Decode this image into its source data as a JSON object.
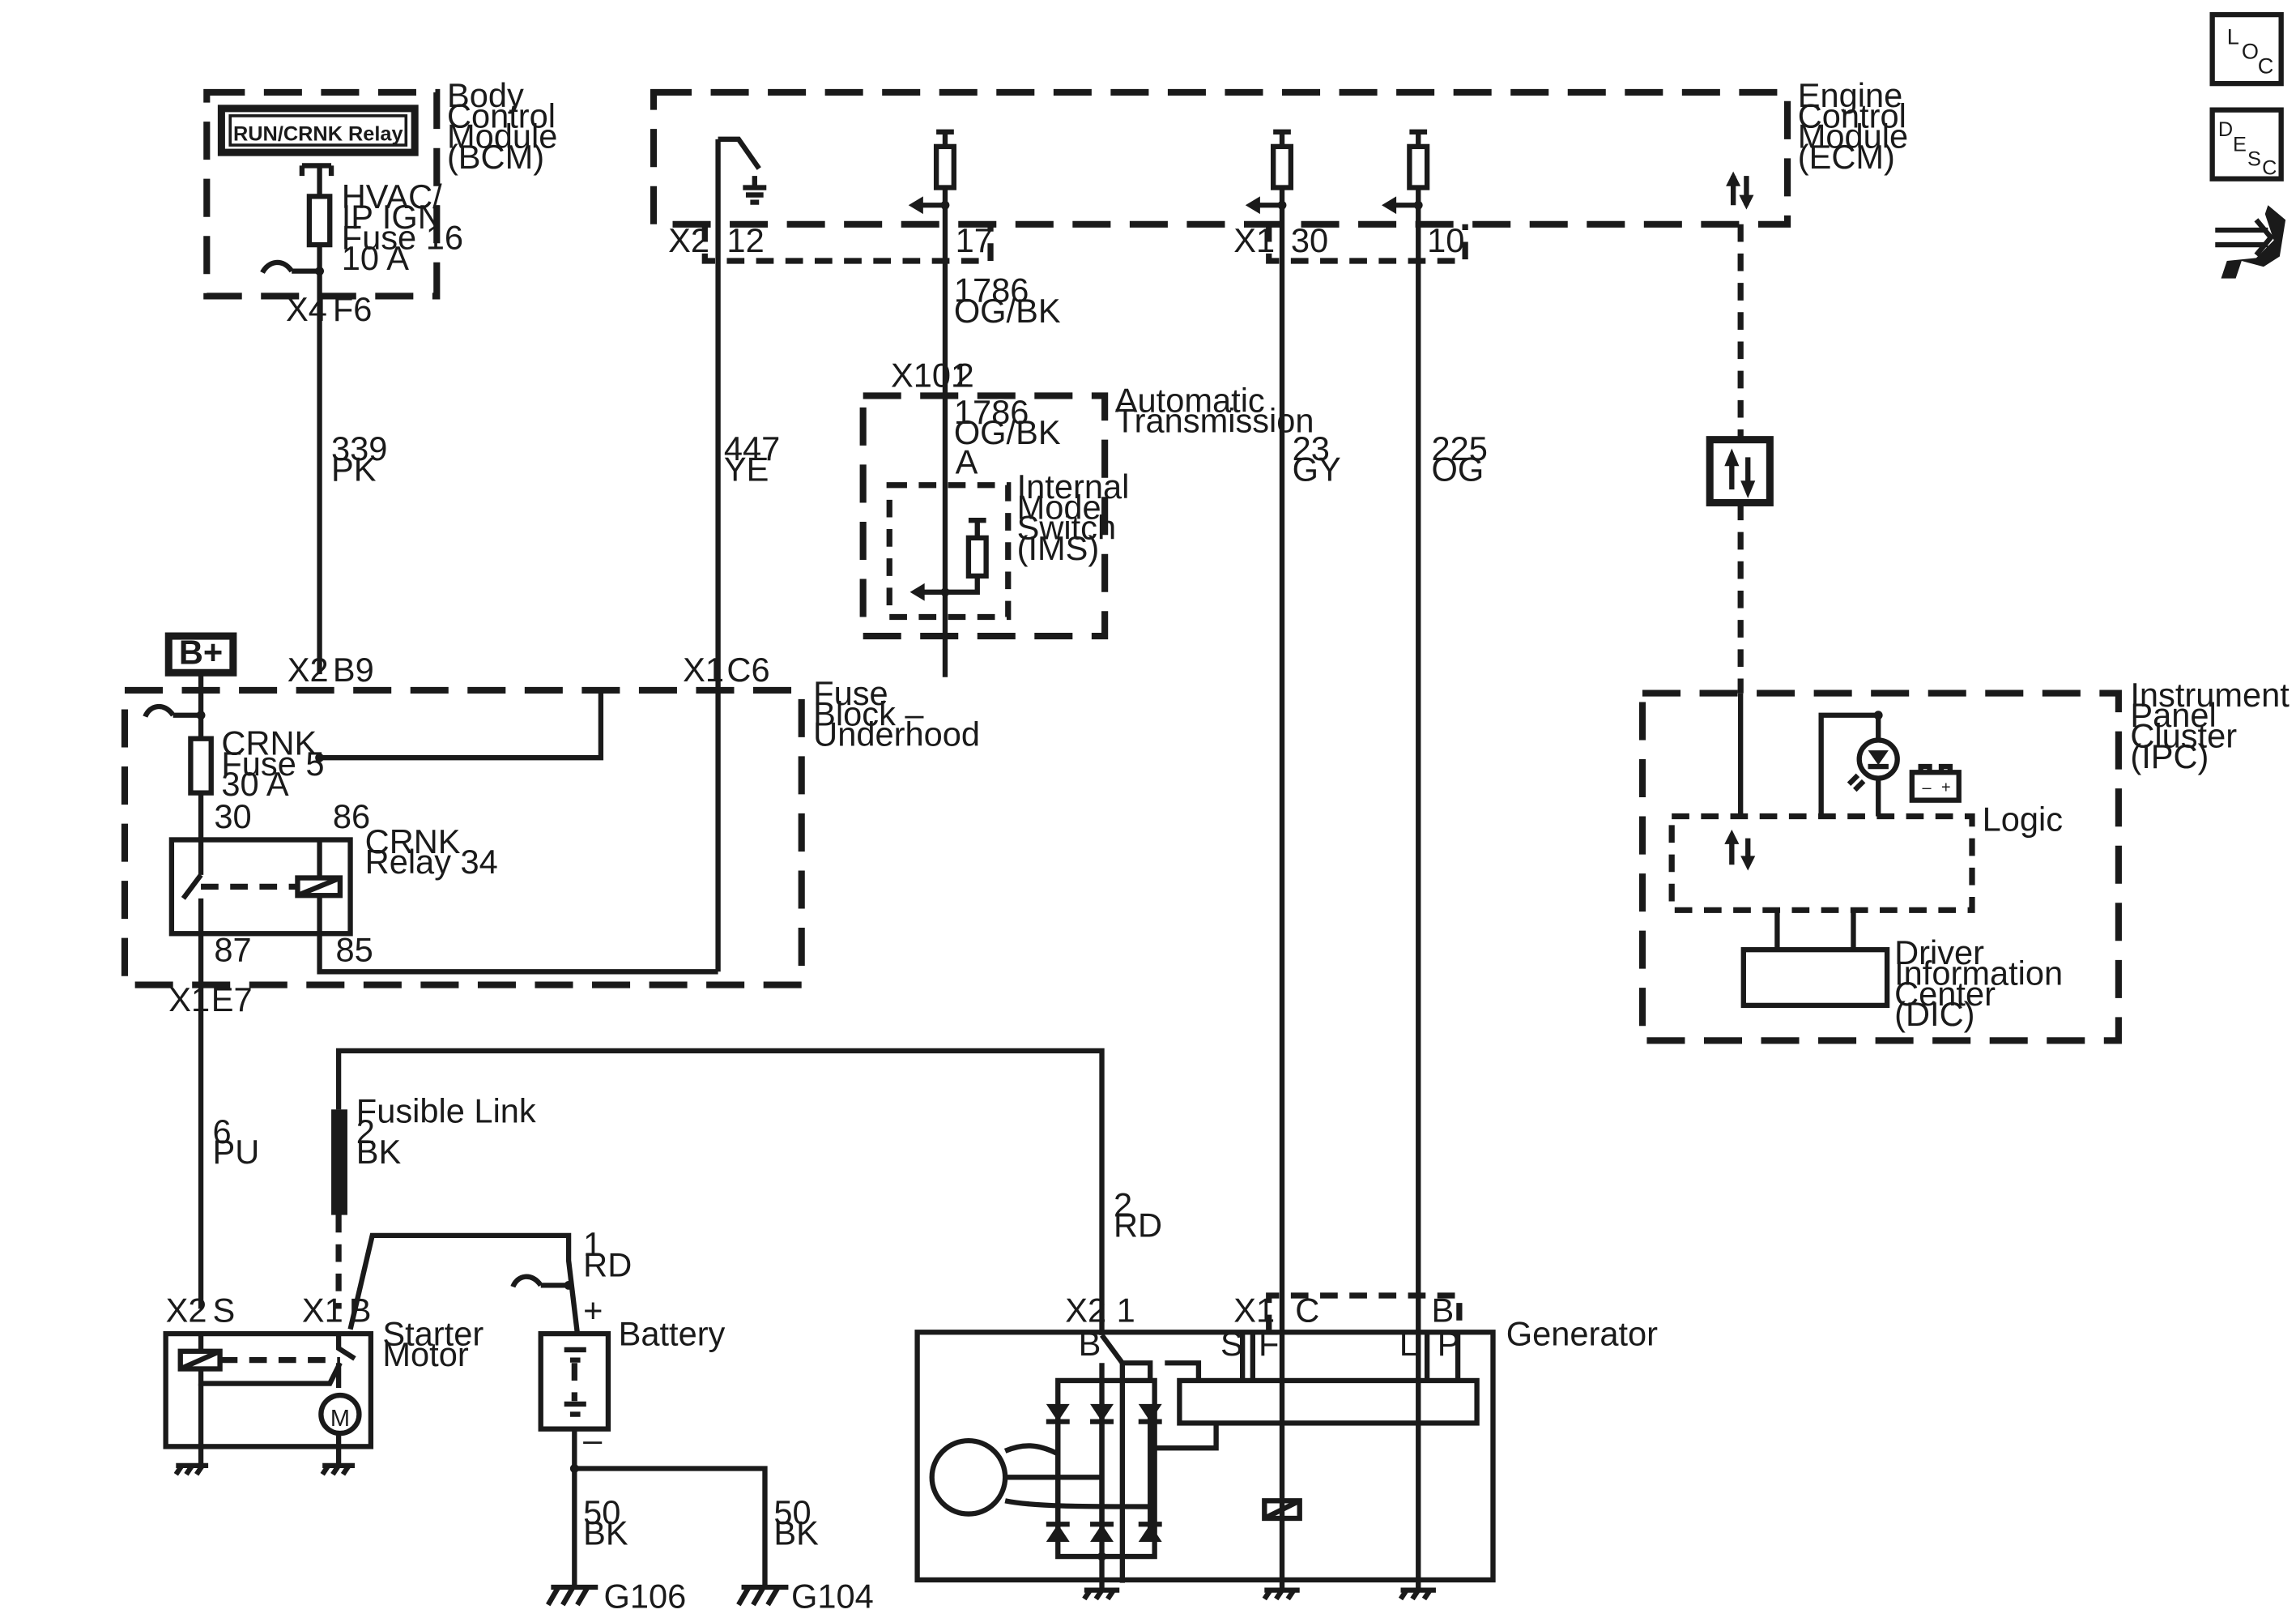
{
  "bcm": {
    "relay_label": "RUN/CRNK Relay",
    "title_1": "Body",
    "title_2": "Control",
    "title_3": "Module",
    "title_4": "(BCM)",
    "fuse_1": "HVAC/",
    "fuse_2": "IP IGN",
    "fuse_3": "Fuse 16",
    "fuse_4": "10 A",
    "conn": "X4",
    "pin": "F6"
  },
  "wire_339": {
    "num": "339",
    "color": "PK"
  },
  "wire_447": {
    "num": "447",
    "color": "YE"
  },
  "wire_1786a": {
    "num": "1786",
    "color": "OG/BK"
  },
  "wire_1786b": {
    "num": "1786",
    "color": "OG/BK"
  },
  "wire_23": {
    "num": "23",
    "color": "GY"
  },
  "wire_225": {
    "num": "225",
    "color": "OG"
  },
  "wire_6": {
    "num": "6",
    "color": "PU"
  },
  "wire_2rd": {
    "num": "2",
    "color": "RD"
  },
  "wire_1rd": {
    "num": "1",
    "color": "RD"
  },
  "wire_50a": {
    "num": "50",
    "color": "BK"
  },
  "wire_50b": {
    "num": "50",
    "color": "BK"
  },
  "fusible_link": {
    "label": "Fusible Link",
    "num": "2",
    "color": "BK"
  },
  "ecm": {
    "title_1": "Engine",
    "title_2": "Control",
    "title_3": "Module",
    "title_4": "(ECM)",
    "x2": "X2",
    "pin12": "12",
    "pin17": "17",
    "x1": "X1",
    "pin30": "30",
    "pin10": "10"
  },
  "trans": {
    "conn": "X101",
    "pin": "2",
    "title_1": "Automatic",
    "title_2": "Transmission",
    "pin_a": "A",
    "ims_1": "Internal",
    "ims_2": "Mode",
    "ims_3": "Switch",
    "ims_4": "(IMS)"
  },
  "fuse_block": {
    "bplus": "B+",
    "x2": "X2",
    "b9": "B9",
    "x1": "X1",
    "c6": "C6",
    "title_1": "Fuse",
    "title_2": "Block –",
    "title_3": "Underhood",
    "fuse_1": "CRNK",
    "fuse_2": "Fuse 5",
    "fuse_3": "30 A",
    "relay_1": "CRNK",
    "relay_2": "Relay 34",
    "p30": "30",
    "p86": "86",
    "p87": "87",
    "p85": "85",
    "x1b": "X1",
    "e7": "E7"
  },
  "ipc": {
    "title_1": "Instrument",
    "title_2": "Panel",
    "title_3": "Cluster",
    "title_4": "(IPC)",
    "logic": "Logic",
    "dic_1": "Driver",
    "dic_2": "Information",
    "dic_3": "Center",
    "dic_4": "(DIC)"
  },
  "starter": {
    "x2": "X2",
    "s": "S",
    "x1": "X1",
    "b": "B",
    "title_1": "Starter",
    "title_2": "Motor",
    "motor": "M"
  },
  "battery": {
    "plus": "+",
    "minus": "–",
    "title": "Battery"
  },
  "grounds": {
    "g106": "G106",
    "g104": "G104"
  },
  "generator": {
    "x2": "X2",
    "pin1": "1",
    "x1": "X1",
    "c": "C",
    "b_top": "B",
    "title": "Generator",
    "b": "B",
    "s": "S",
    "f": "F",
    "l": "L",
    "p": "P"
  },
  "side_icons": {
    "loc_1": "L",
    "loc_2": "O",
    "loc_3": "C",
    "desc_1": "D",
    "desc_2": "E",
    "desc_3": "S",
    "desc_4": "C"
  }
}
